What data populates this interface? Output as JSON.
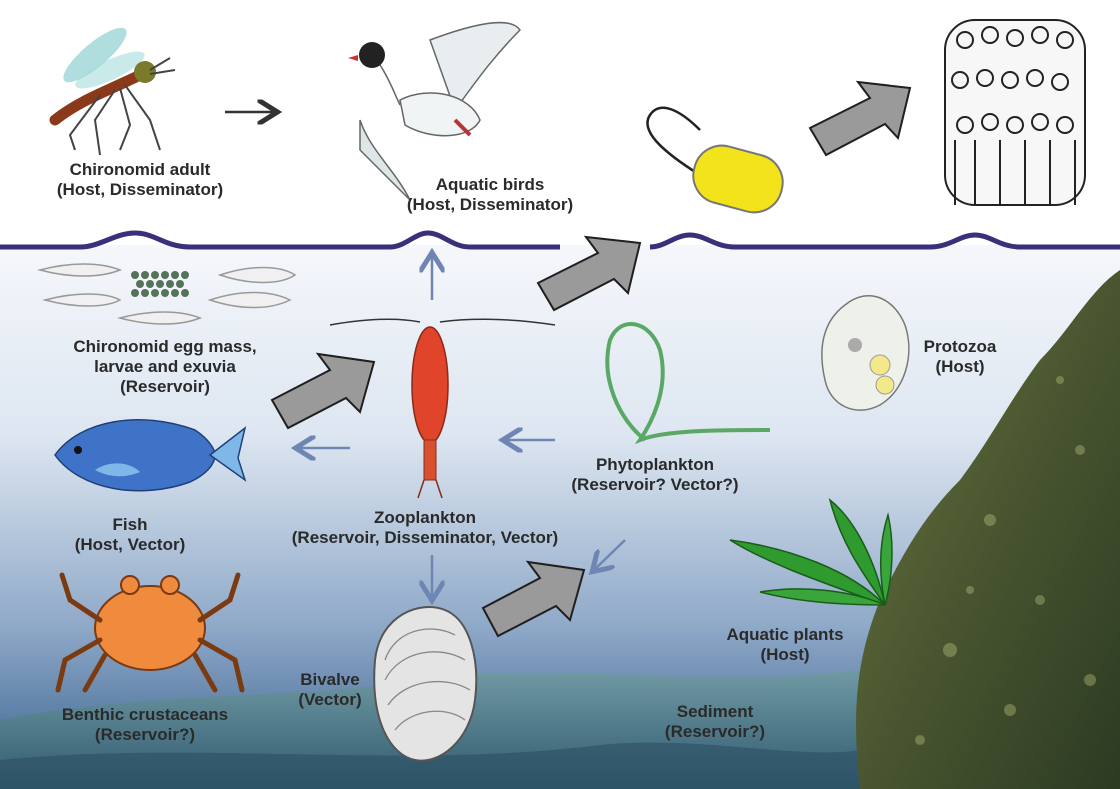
{
  "labels": {
    "chironomid_adult": {
      "name": "Chironomid adult",
      "role": "(Host, Disseminator)"
    },
    "aquatic_birds": {
      "name": "Aquatic birds",
      "role": "(Host, Disseminator)"
    },
    "egg_mass": {
      "line1": "Chironomid egg mass,",
      "line2": "larvae and exuvia",
      "role": "(Reservoir)"
    },
    "protozoa": {
      "name": "Protozoa",
      "role": "(Host)"
    },
    "phytoplankton": {
      "name": "Phytoplankton",
      "role": "(Reservoir? Vector?)"
    },
    "fish": {
      "name": "Fish",
      "role": "(Host, Vector)"
    },
    "zooplankton": {
      "name": "Zooplankton",
      "role": "(Reservoir, Disseminator, Vector)"
    },
    "aquatic_plants": {
      "name": "Aquatic plants",
      "role": "(Host)"
    },
    "benthic_crustaceans": {
      "name": "Benthic crustaceans",
      "role": "(Reservoir?)"
    },
    "bivalve": {
      "name": "Bivalve",
      "role": "(Vector)"
    },
    "sediment": {
      "name": "Sediment",
      "role": "(Reservoir?)"
    }
  },
  "colors": {
    "water_top": "#f4f6fa",
    "water_bottom": "#3f6b9a",
    "surface_line": "#3a2f7a",
    "grey_arrow": "#9a9a9a",
    "thin_arrow": "#6f85b3",
    "rock": "#4f5a33",
    "bacterium": "#f2e31b",
    "copepod": "#e0442a",
    "fish": "#3f73c8",
    "crab": "#f08a3c",
    "plant": "#2f9a2e"
  }
}
